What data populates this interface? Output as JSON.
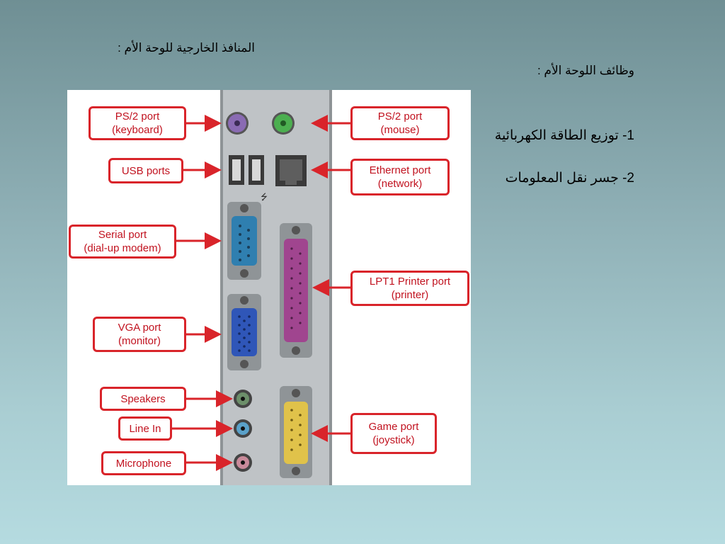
{
  "slide": {
    "ports_heading": "المنافذ الخارجية للوحة الأم :",
    "functions_heading": "وظائف اللوحة الأم :",
    "functions": [
      {
        "number": "1-",
        "text": "توزيع الطاقة الكهربائية"
      },
      {
        "number": "2-",
        "text": "جسر نقل المعلومات"
      }
    ]
  },
  "diagram": {
    "labels": {
      "ps2_keyboard": {
        "line1": "PS/2 port",
        "line2": "(keyboard)"
      },
      "ps2_mouse": {
        "line1": "PS/2 port",
        "line2": "(mouse)"
      },
      "usb": {
        "line1": "USB ports"
      },
      "ethernet": {
        "line1": "Ethernet port",
        "line2": "(network)"
      },
      "serial": {
        "line1": "Serial port",
        "line2": "(dial-up modem)"
      },
      "lpt1": {
        "line1": "LPT1 Printer port",
        "line2": "(printer)"
      },
      "vga": {
        "line1": "VGA port",
        "line2": "(monitor)"
      },
      "speakers": {
        "line1": "Speakers"
      },
      "line_in": {
        "line1": "Line In"
      },
      "game": {
        "line1": "Game port",
        "line2": "(joystick)"
      },
      "microphone": {
        "line1": "Microphone"
      }
    },
    "colors": {
      "callout_border": "#d9242a",
      "callout_text": "#c1121f",
      "ps2_keyboard": "#8a6bb3",
      "ps2_mouse": "#4caf50",
      "serial": "#2f7fb0",
      "vga": "#2f56b8",
      "lpt1": "#a0458f",
      "game": "#e0c24a",
      "speakers": "#6c8f6a",
      "line_in": "#5aa1c9",
      "microphone": "#c98a9a"
    }
  }
}
